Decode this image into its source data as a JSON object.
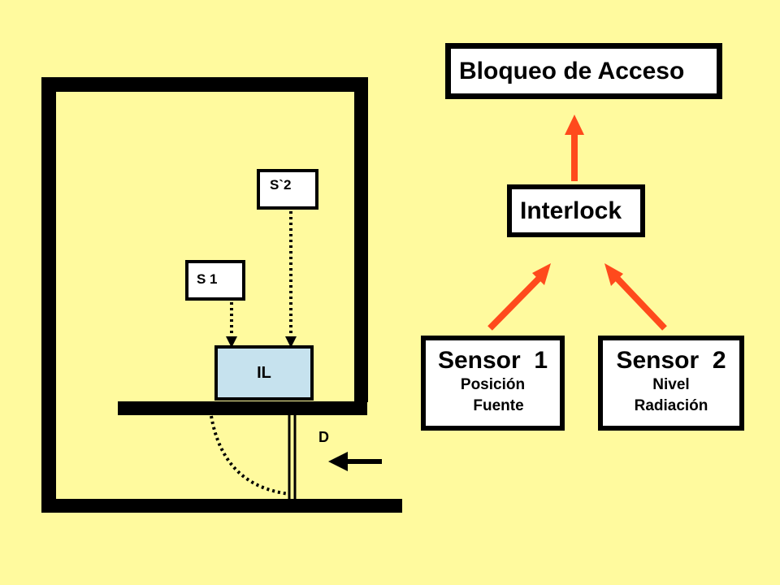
{
  "colors": {
    "background": "#FFFA9E",
    "arrow": "#FF4A1C",
    "box_border": "#000000",
    "box_fill": "#FFFFFF",
    "interlock_unit_fill": "#C6E2EE"
  },
  "flow": {
    "access_lock": "Bloqueo de Acceso",
    "interlock": "Interlock",
    "sensor1": {
      "title": "Sensor  1",
      "line1": "Posición",
      "line2": "Fuente"
    },
    "sensor2": {
      "title": "Sensor  2",
      "line1": "Nivel",
      "line2": "Radiación"
    }
  },
  "room": {
    "sensor_s1": "S 1",
    "sensor_s2": "S`2",
    "interlock_unit": "IL",
    "door_label": "D"
  },
  "icons": {
    "arrows": [
      "arrow-up-icon",
      "arrow-diagonal-icon",
      "arrow-left-icon"
    ]
  }
}
